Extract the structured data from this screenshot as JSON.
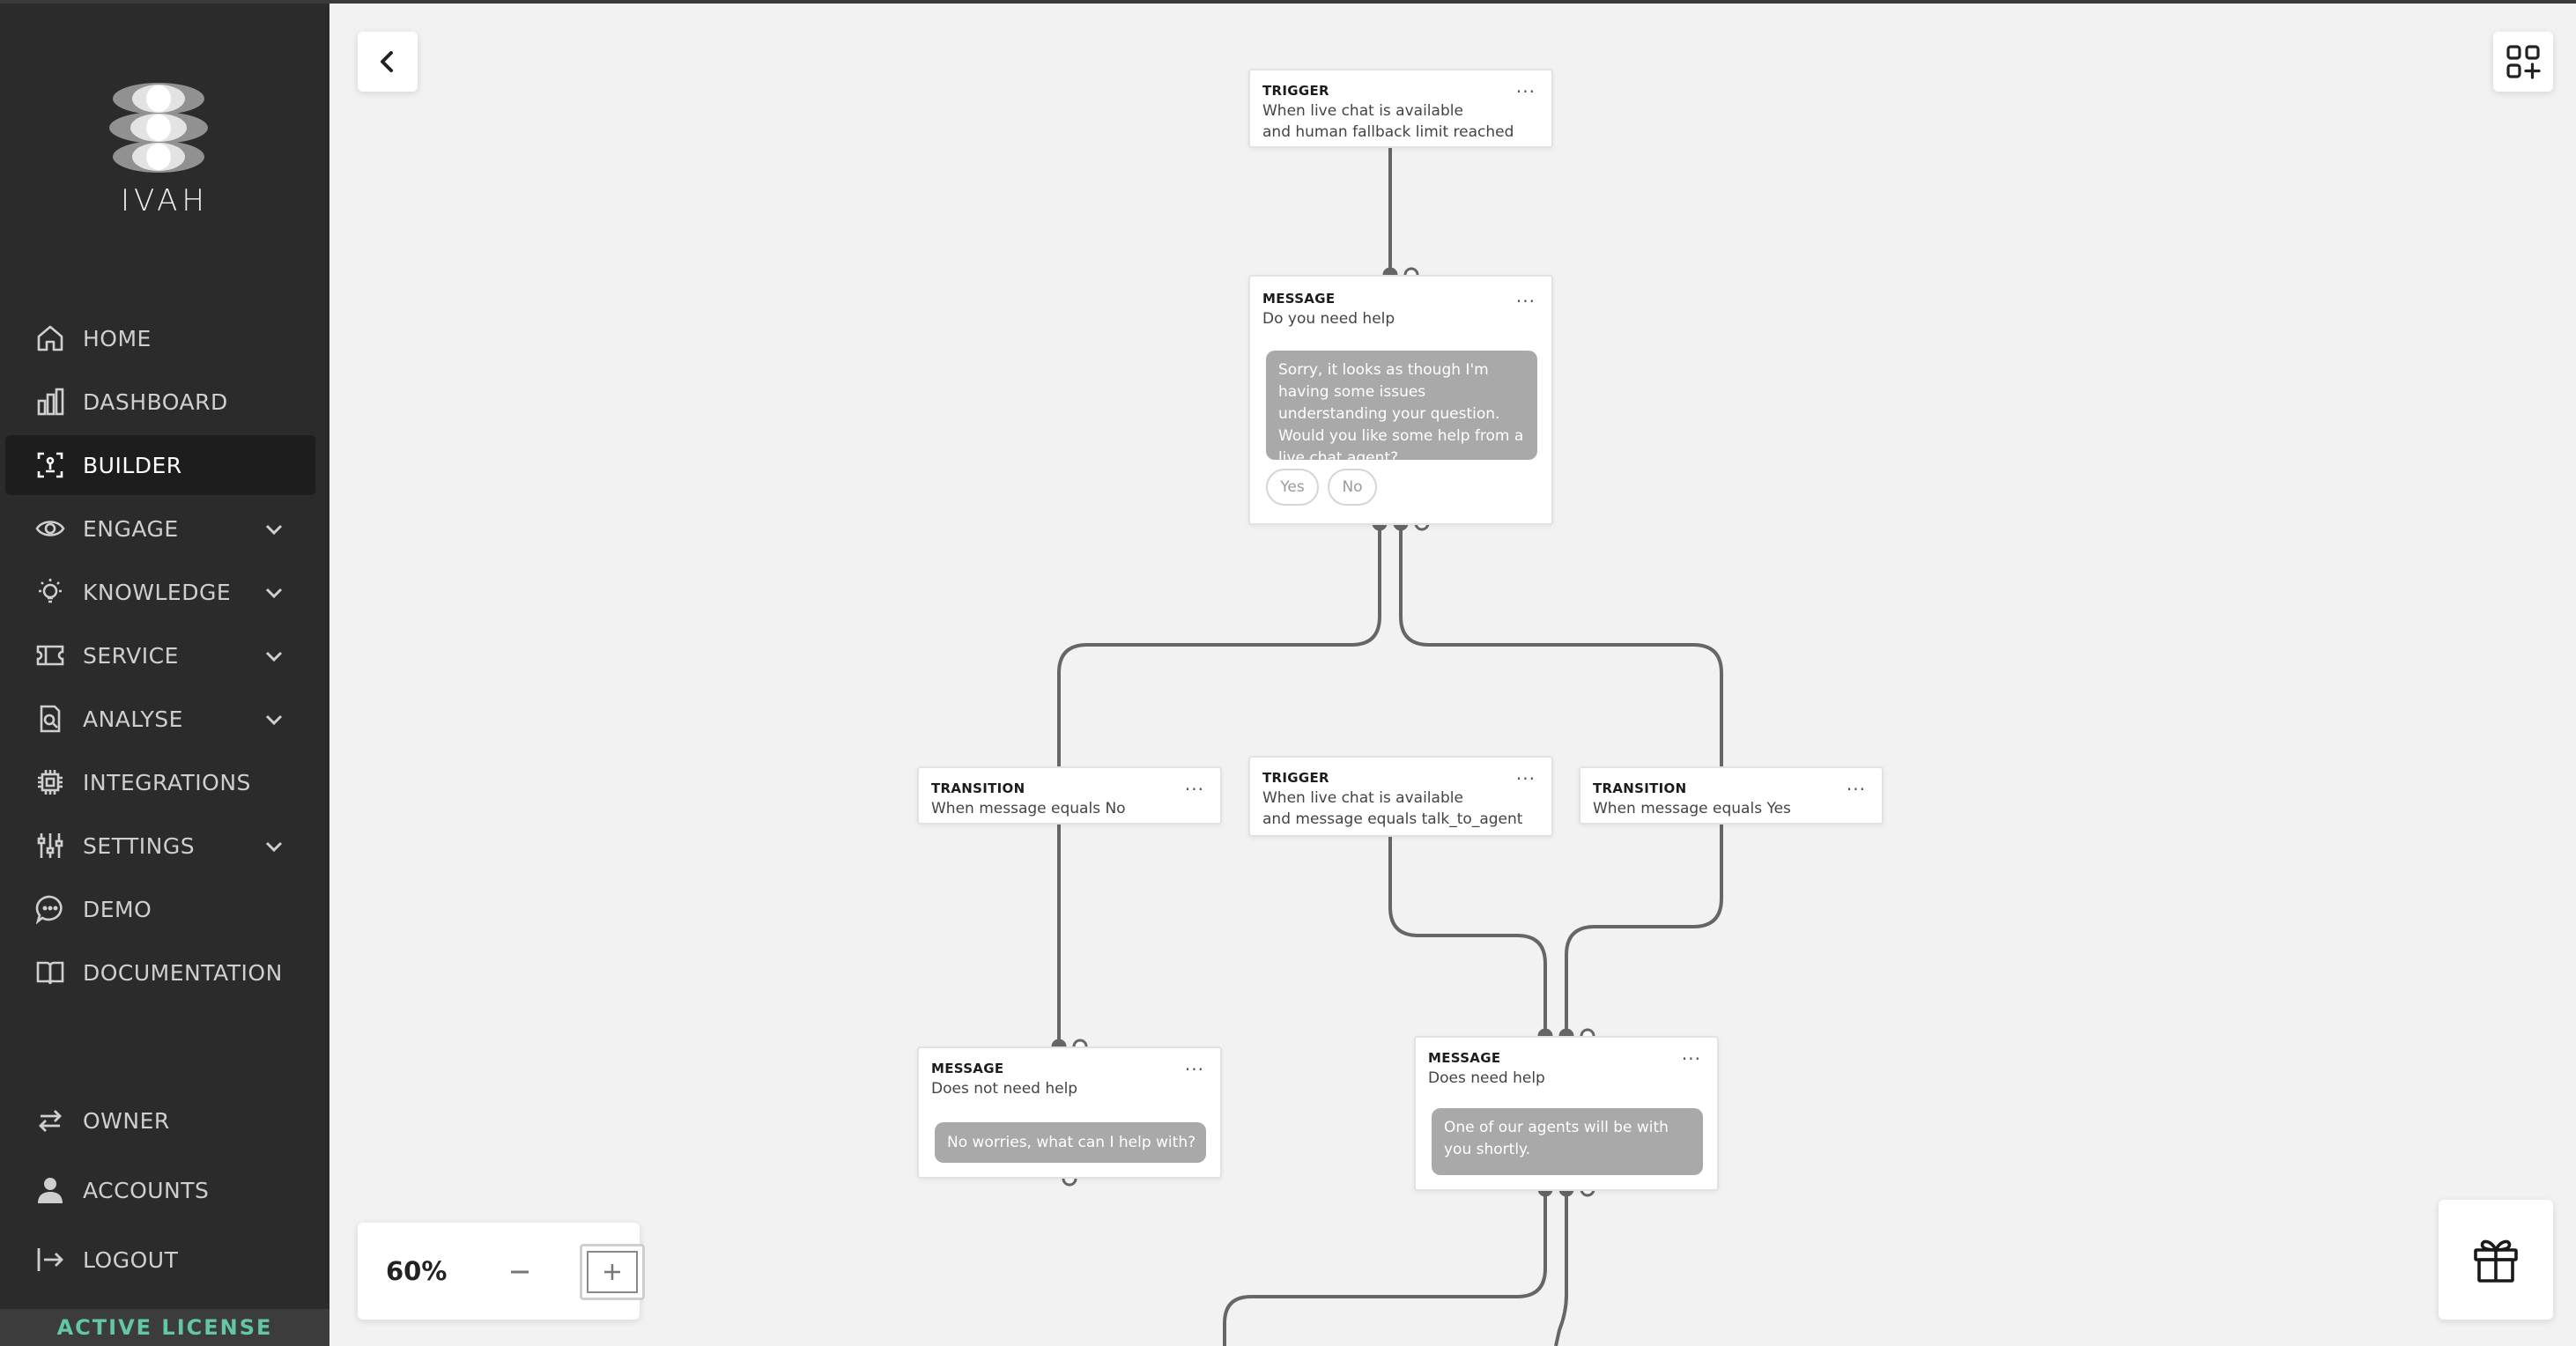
{
  "brand": {
    "name": "IVAH"
  },
  "sidebar": {
    "items": [
      {
        "label": "HOME",
        "icon": "home-icon"
      },
      {
        "label": "DASHBOARD",
        "icon": "dashboard-icon"
      },
      {
        "label": "BUILDER",
        "icon": "builder-icon",
        "active": true
      },
      {
        "label": "ENGAGE",
        "icon": "eye-icon",
        "expandable": true
      },
      {
        "label": "KNOWLEDGE",
        "icon": "lightbulb-icon",
        "expandable": true
      },
      {
        "label": "SERVICE",
        "icon": "ticket-icon",
        "expandable": true
      },
      {
        "label": "ANALYSE",
        "icon": "analyse-icon",
        "expandable": true
      },
      {
        "label": "INTEGRATIONS",
        "icon": "chip-icon"
      },
      {
        "label": "SETTINGS",
        "icon": "sliders-icon",
        "expandable": true
      },
      {
        "label": "DEMO",
        "icon": "chat-bubble-icon"
      },
      {
        "label": "DOCUMENTATION",
        "icon": "book-icon"
      }
    ],
    "bottom_items": [
      {
        "label": "OWNER",
        "icon": "swap-icon"
      },
      {
        "label": "ACCOUNTS",
        "icon": "user-icon"
      },
      {
        "label": "LOGOUT",
        "icon": "logout-icon"
      }
    ],
    "license": "ACTIVE LICENSE"
  },
  "flow": {
    "trigger_top": {
      "type": "TRIGGER",
      "line1": "When live chat is available",
      "line2": "and human fallback limit reached"
    },
    "message_help": {
      "type": "MESSAGE",
      "title": "Do you need help",
      "bubble": "Sorry, it looks as though I'm having some issues understanding your question. Would you like some help from a live chat agent?",
      "reply_yes": "Yes",
      "reply_no": "No"
    },
    "transition_no": {
      "type": "TRANSITION",
      "line1": "When message equals No"
    },
    "trigger_mid": {
      "type": "TRIGGER",
      "line1": "When live chat is available",
      "line2": "and message equals talk_to_agent"
    },
    "transition_yes": {
      "type": "TRANSITION",
      "line1": "When message equals Yes"
    },
    "message_no_help": {
      "type": "MESSAGE",
      "title": "Does not need help",
      "bubble": "No worries, what can I help with?"
    },
    "message_need_help": {
      "type": "MESSAGE",
      "title": "Does need help",
      "bubble": "One of our agents will be with you shortly."
    },
    "menu_glyph": "···"
  },
  "zoom": {
    "value": "60%"
  },
  "colors": {
    "sidebar": "#2b2b2b",
    "canvas": "#f2f2f2",
    "accent_license": "#63c7a6",
    "edge": "#666666"
  }
}
